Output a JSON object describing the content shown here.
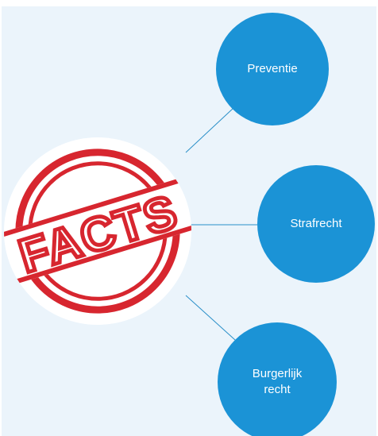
{
  "diagram": {
    "center": {
      "label": "FACTS",
      "icon": "facts-stamp-icon",
      "stamp_color": "#d7262f"
    },
    "nodes": [
      {
        "label": "Preventie"
      },
      {
        "label": "Strafrecht"
      },
      {
        "label": "Burgerlijk recht"
      }
    ],
    "colors": {
      "background": "#ebf4fb",
      "node": "#1b93d6",
      "connector": "#2a8fc8"
    }
  }
}
